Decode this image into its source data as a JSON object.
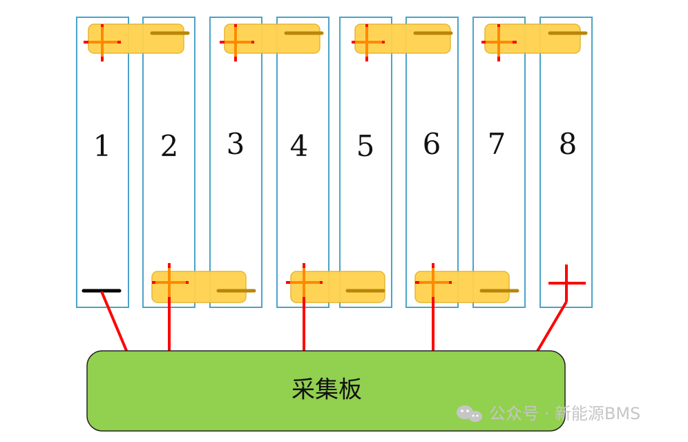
{
  "cells": [
    {
      "label": "1"
    },
    {
      "label": "2"
    },
    {
      "label": "3"
    },
    {
      "label": "4"
    },
    {
      "label": "5"
    },
    {
      "label": "6"
    },
    {
      "label": "7"
    },
    {
      "label": "8"
    }
  ],
  "board": {
    "label": "采集板"
  },
  "watermark": {
    "text": "公众号 · 新能源BMS",
    "icon": "wechat-icon"
  },
  "colors": {
    "cell_border": "#4aa3c8",
    "cell_fill": "#ffffff",
    "busbar_fill": "#ffd24d",
    "busbar_stroke": "#e5b22a",
    "plus_top": "#ff8a00",
    "plus_main": "#ff0000",
    "minus_on_bar": "#b8860b",
    "minus_black": "#000000",
    "wire": "#ff0000",
    "board_fill": "#92d050",
    "board_stroke": "#222222",
    "watermark": "#c6c6c6"
  }
}
